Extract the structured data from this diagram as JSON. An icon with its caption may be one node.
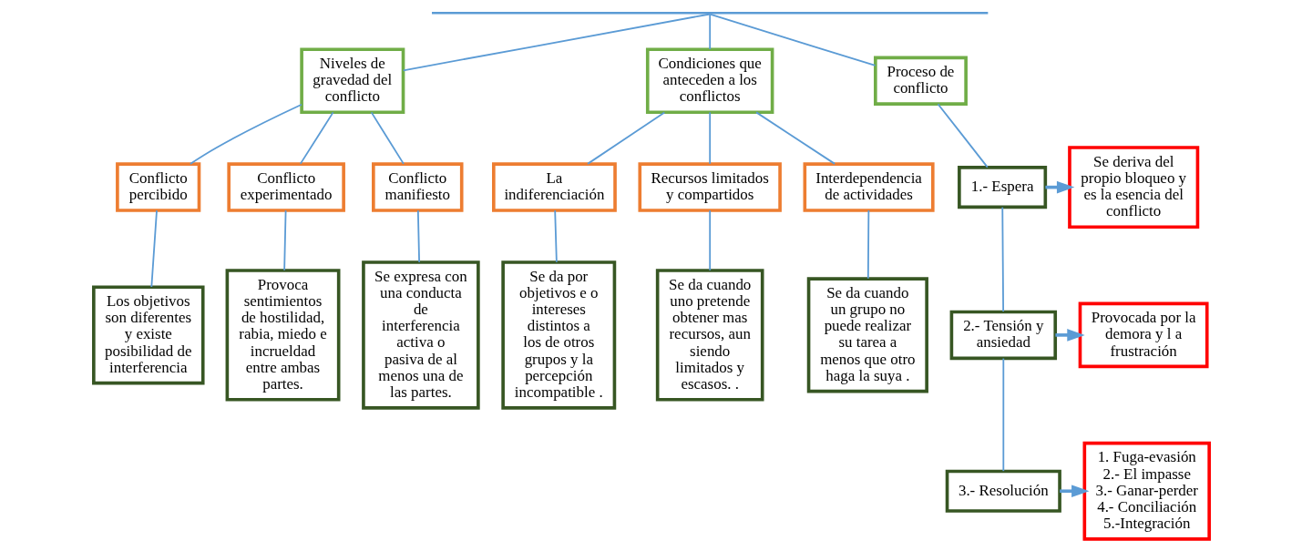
{
  "diagram": {
    "nodes": [
      {
        "text": [],
        "shape": "bar"
      },
      {
        "text": [
          "Niveles de gravedad del conflicto"
        ]
      },
      {
        "text": [
          "Condiciones que anteceden a los conflictos"
        ]
      },
      {
        "text": [
          "Proceso de conflicto"
        ]
      },
      {
        "text": [
          "Conflicto percibido"
        ]
      },
      {
        "text": [
          "Conflicto experimentado"
        ]
      },
      {
        "text": [
          "Conflicto manifiesto"
        ]
      },
      {
        "text": [
          "La indiferenciación"
        ]
      },
      {
        "text": [
          "Recursos limitados y compartidos"
        ]
      },
      {
        "text": [
          "Interdependencia de actividades"
        ]
      },
      {
        "text": [
          "Los objetivos son diferentes y existe posibilidad de interferencia"
        ]
      },
      {
        "text": [
          "Provoca sentimientos de hostilidad, rabia, miedo e incrueldad entre ambas partes."
        ]
      },
      {
        "text": [
          "Se expresa con una conducta de interferencia activa o pasiva de al menos una de las partes."
        ]
      },
      {
        "text": [
          "Se da por objetivos e o intereses distintos a los de otros grupos y la percepción incompatible ."
        ]
      },
      {
        "text": [
          "Se da cuando uno pretende obtener mas recursos, aun siendo limitados y escasos. ."
        ]
      },
      {
        "text": [
          "Se da cuando un grupo no puede realizar su tarea a menos que otro haga la suya ."
        ]
      },
      {
        "text": [
          "1.- Espera"
        ]
      },
      {
        "text": [
          "2.- Tensión y ansiedad"
        ]
      },
      {
        "text": [
          "3.- Resolución"
        ]
      },
      {
        "text": [
          "Se deriva del propio bloqueo y es la esencia del conflicto"
        ]
      },
      {
        "text": [
          "Provocada por la demora y l a frustración"
        ]
      },
      {
        "text": [
          "1. Fuga-evasión",
          "2.- El impasse",
          "3.- Ganar-perder",
          "4.- Conciliación",
          "5.-Integración"
        ]
      }
    ],
    "edges": [
      {
        "from": 0,
        "to": 1,
        "arrow": "none"
      },
      {
        "from": 0,
        "to": 2,
        "arrow": "none"
      },
      {
        "from": 0,
        "to": 3,
        "arrow": "none"
      },
      {
        "from": 1,
        "to": 4,
        "arrow": "none"
      },
      {
        "from": 1,
        "to": 5,
        "arrow": "none"
      },
      {
        "from": 1,
        "to": 6,
        "arrow": "none"
      },
      {
        "from": 2,
        "to": 7,
        "arrow": "none"
      },
      {
        "from": 2,
        "to": 8,
        "arrow": "none"
      },
      {
        "from": 2,
        "to": 9,
        "arrow": "none"
      },
      {
        "from": 3,
        "to": 16,
        "arrow": "none"
      },
      {
        "from": 4,
        "to": 10,
        "arrow": "none"
      },
      {
        "from": 5,
        "to": 11,
        "arrow": "none"
      },
      {
        "from": 6,
        "to": 12,
        "arrow": "none"
      },
      {
        "from": 7,
        "to": 13,
        "arrow": "none"
      },
      {
        "from": 8,
        "to": 14,
        "arrow": "none"
      },
      {
        "from": 9,
        "to": 15,
        "arrow": "none"
      },
      {
        "from": 16,
        "to": 17,
        "arrow": "none"
      },
      {
        "from": 17,
        "to": 18,
        "arrow": "none"
      },
      {
        "from": 16,
        "to": 19,
        "arrow": "to"
      },
      {
        "from": 17,
        "to": 20,
        "arrow": "to"
      },
      {
        "from": 18,
        "to": 21,
        "arrow": "to"
      }
    ]
  }
}
